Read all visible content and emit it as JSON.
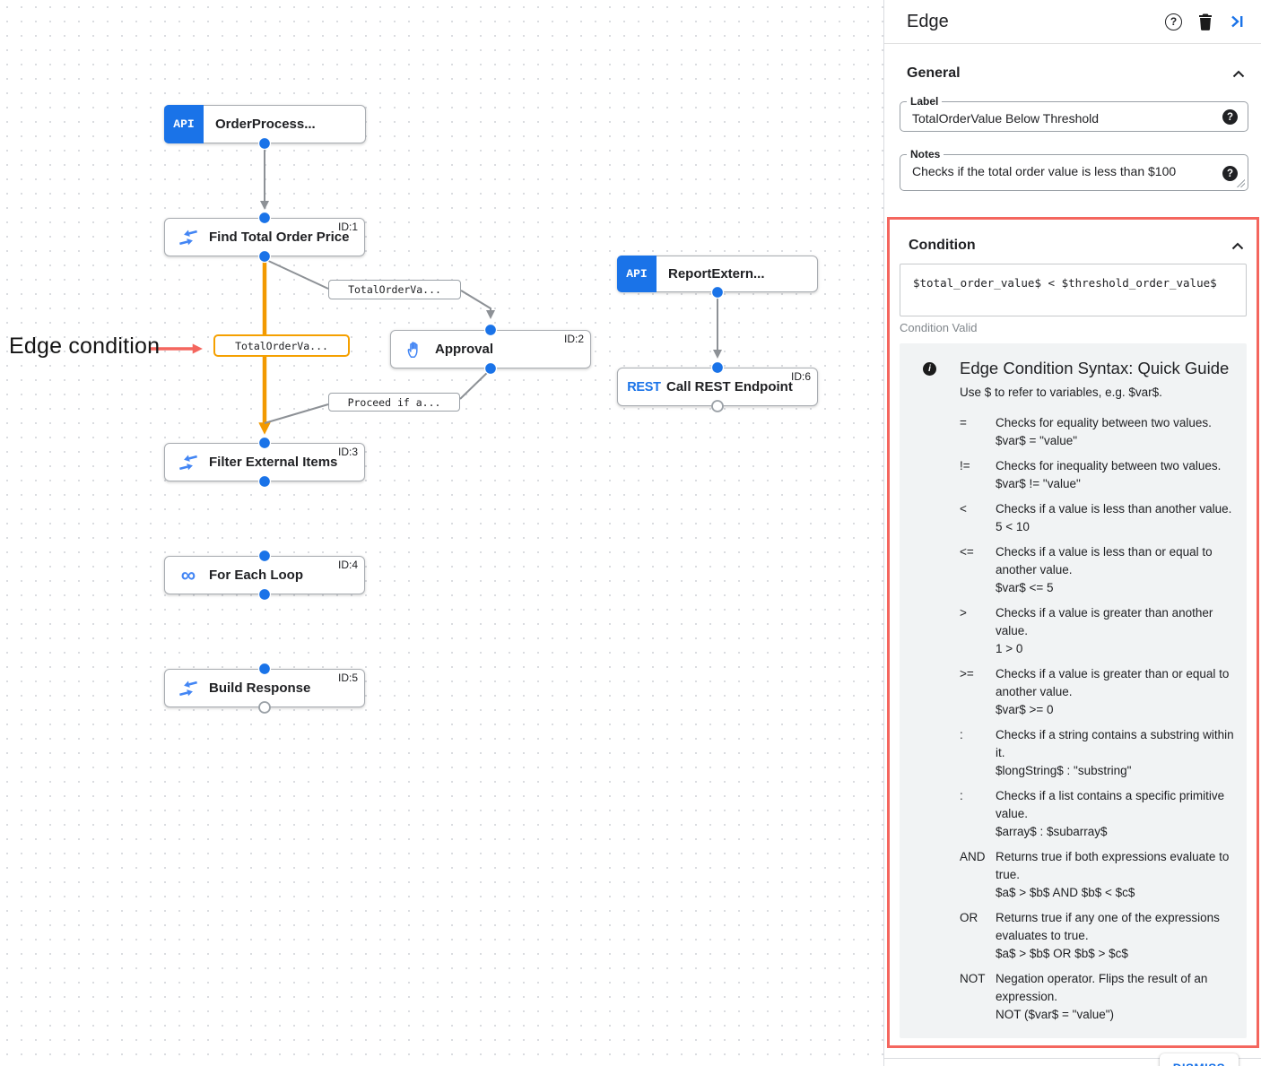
{
  "canvas": {
    "annotation": "Edge condition",
    "nodes": [
      {
        "label": "OrderProcess...",
        "id_badge": "",
        "icon": "api"
      },
      {
        "label": "Find Total Order Price",
        "id_badge": "ID:1",
        "icon": "data-mapping"
      },
      {
        "label": "Approval",
        "id_badge": "ID:2",
        "icon": "hand"
      },
      {
        "label": "ReportExtern...",
        "id_badge": "",
        "icon": "api"
      },
      {
        "label": "Call REST Endpoint",
        "id_badge": "ID:6",
        "icon": "rest"
      },
      {
        "label": "Filter External Items",
        "id_badge": "ID:3",
        "icon": "data-mapping"
      },
      {
        "label": "For Each Loop",
        "id_badge": "ID:4",
        "icon": "loop"
      },
      {
        "label": "Build Response",
        "id_badge": "ID:5",
        "icon": "data-mapping"
      }
    ],
    "icon_labels": {
      "api": "API",
      "rest": "REST",
      "loop": "∞"
    },
    "edge_labels": [
      {
        "text": "TotalOrderVa..."
      },
      {
        "text": "TotalOrderVa..."
      },
      {
        "text": "Proceed if a..."
      }
    ]
  },
  "panel": {
    "title": "Edge",
    "help_glyph": "?",
    "general": {
      "heading": "General",
      "label_field": {
        "label": "Label",
        "value": "TotalOrderValue Below Threshold"
      },
      "notes_field": {
        "label": "Notes",
        "value": "Checks if the total order value is less than $100"
      }
    },
    "condition": {
      "heading": "Condition",
      "expression": "$total_order_value$ < $threshold_order_value$",
      "status": "Condition Valid",
      "guide": {
        "info_glyph": "i",
        "title": "Edge Condition Syntax: Quick Guide",
        "subtitle": "Use $ to refer to variables, e.g. $var$.",
        "operators": [
          {
            "op": "=",
            "desc": "Checks for equality between two values.",
            "example": "$var$ = \"value\""
          },
          {
            "op": "!=",
            "desc": "Checks for inequality between two values.",
            "example": "$var$ != \"value\""
          },
          {
            "op": "<",
            "desc": "Checks if a value is less than another value.",
            "example": "5 < 10"
          },
          {
            "op": "<=",
            "desc": "Checks if a value is less than or equal to another value.",
            "example": "$var$ <= 5"
          },
          {
            "op": ">",
            "desc": "Checks if a value is greater than another value.",
            "example": "1 > 0"
          },
          {
            "op": ">=",
            "desc": "Checks if a value is greater than or equal to another value.",
            "example": "$var$ >= 0"
          },
          {
            "op": ":",
            "desc": "Checks if a string contains a substring within it.",
            "example": "$longString$ : \"substring\""
          },
          {
            "op": ":",
            "desc": "Checks if a list contains a specific primitive value.",
            "example": "$array$ : $subarray$"
          },
          {
            "op": "AND",
            "desc": "Returns true if both expressions evaluate to true.",
            "example": "$a$ > $b$ AND $b$ < $c$"
          },
          {
            "op": "OR",
            "desc": "Returns true if any one of the expressions evaluates to true.",
            "example": "$a$ > $b$ OR $b$ > $c$"
          },
          {
            "op": "NOT",
            "desc": "Negation operator. Flips the result of an expression.",
            "example": "NOT ($var$ = \"value\")"
          }
        ]
      }
    },
    "dismiss_label": "DISMISS"
  },
  "colors": {
    "accent_blue": "#1a73e8",
    "icon_blue": "#4285f4",
    "selected_orange": "#f5a000",
    "highlight_red": "#f4665e",
    "edge_gray": "#8d9196"
  }
}
